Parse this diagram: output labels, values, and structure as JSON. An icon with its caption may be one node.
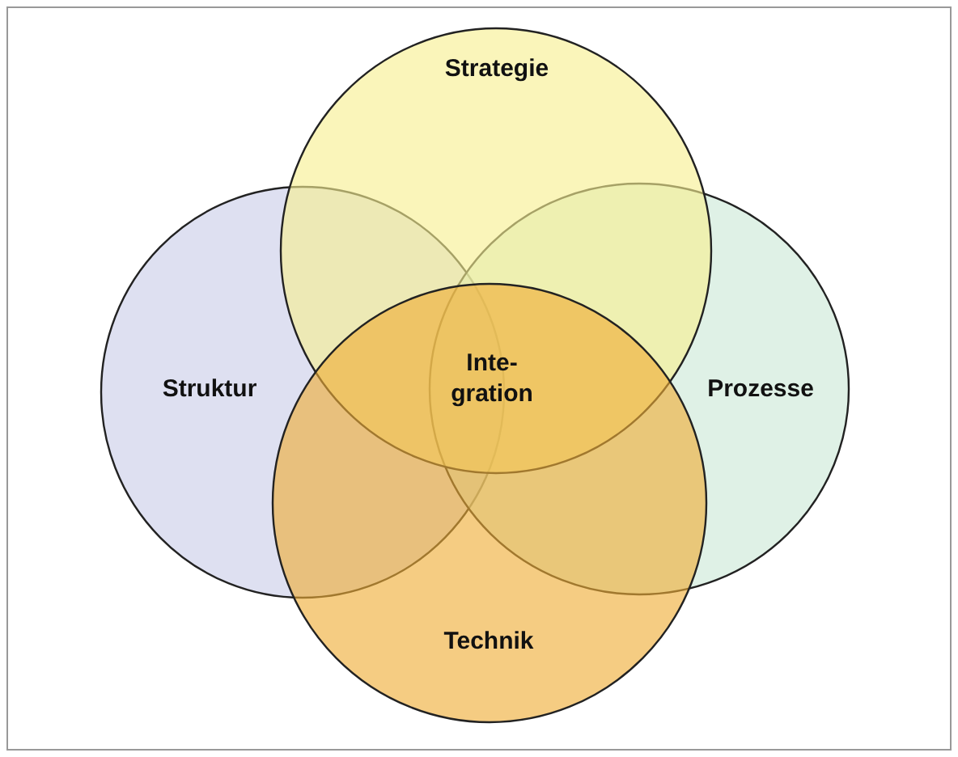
{
  "diagram": {
    "nodes": [
      {
        "text": [
          "Strategie"
        ]
      },
      {
        "text": [
          "Struktur"
        ]
      },
      {
        "text": [
          "Prozesse"
        ]
      },
      {
        "text": [
          "Technik"
        ]
      },
      {
        "text": [
          "Inte- gration"
        ]
      }
    ]
  }
}
